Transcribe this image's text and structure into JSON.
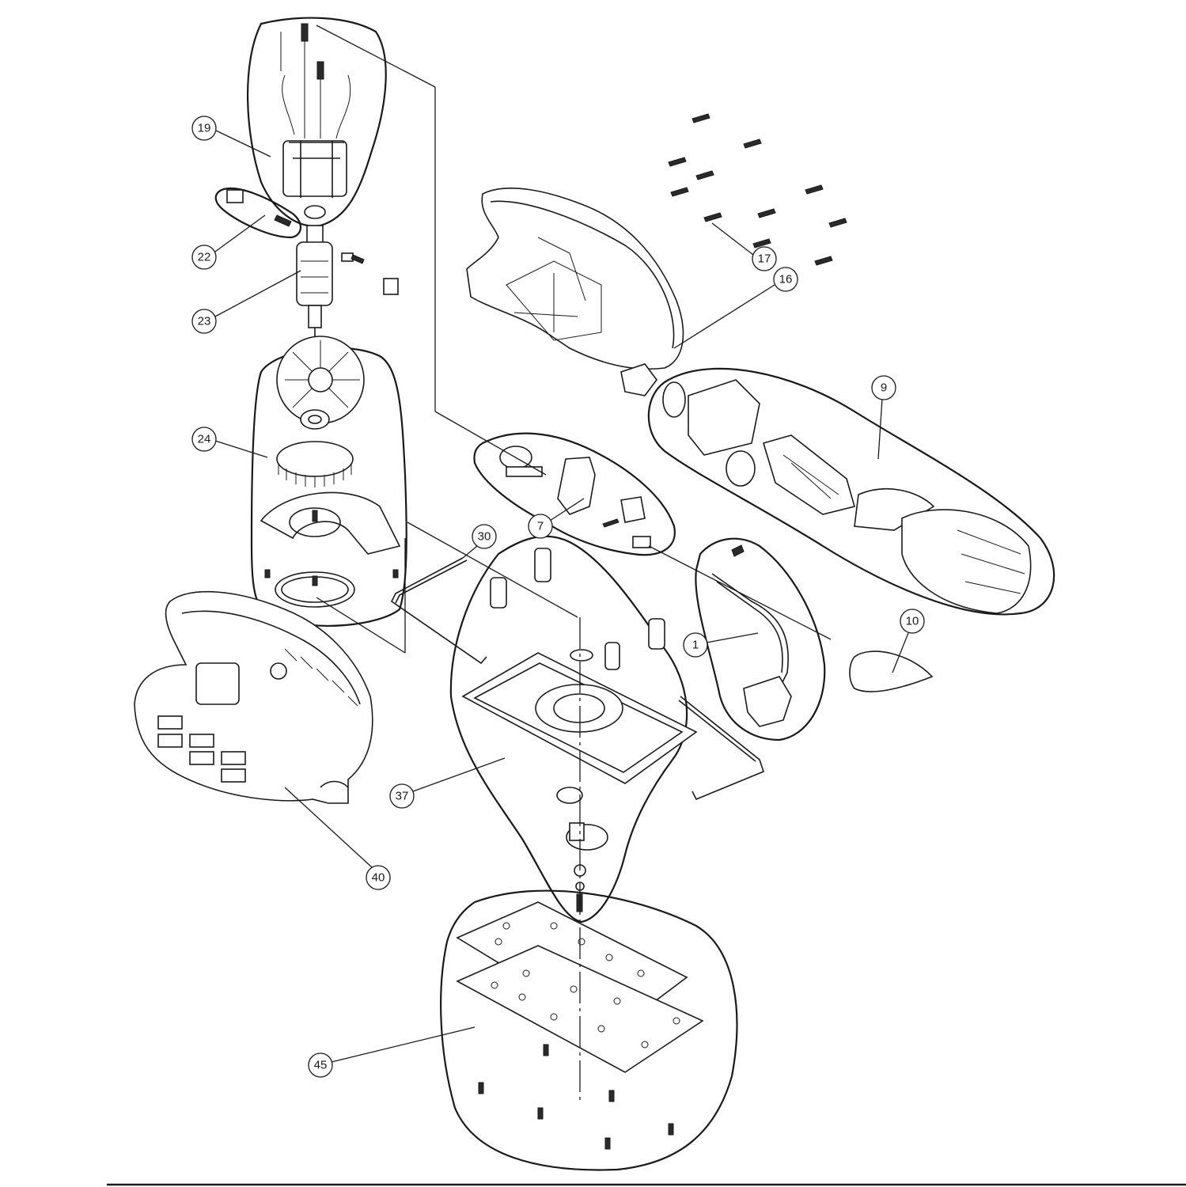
{
  "diagram": {
    "part_numbers": {
      "p19": "19",
      "p22": "22",
      "p23": "23",
      "p24": "24",
      "p17": "17",
      "p16": "16",
      "p9": "9",
      "p7": "7",
      "p30": "30",
      "p1": "1",
      "p10": "10",
      "p37": "37",
      "p40": "40",
      "p45": "45"
    }
  }
}
